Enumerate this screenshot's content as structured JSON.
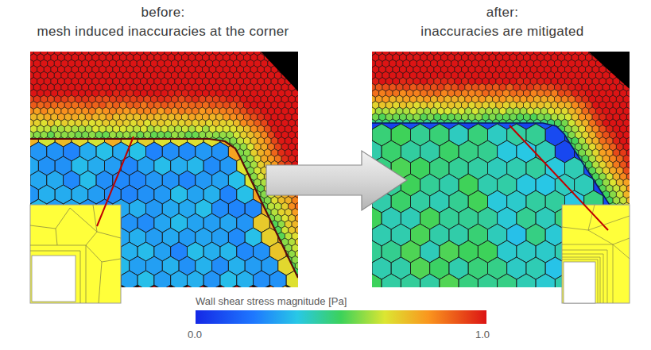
{
  "diagram": {
    "labels": [
      "before:",
      "mesh induced inaccuracies at the corner",
      "after:",
      "inaccuracies are mitigated",
      "Wall shear stress magnitude [Pa]",
      "0.0",
      "1.0"
    ]
  }
}
